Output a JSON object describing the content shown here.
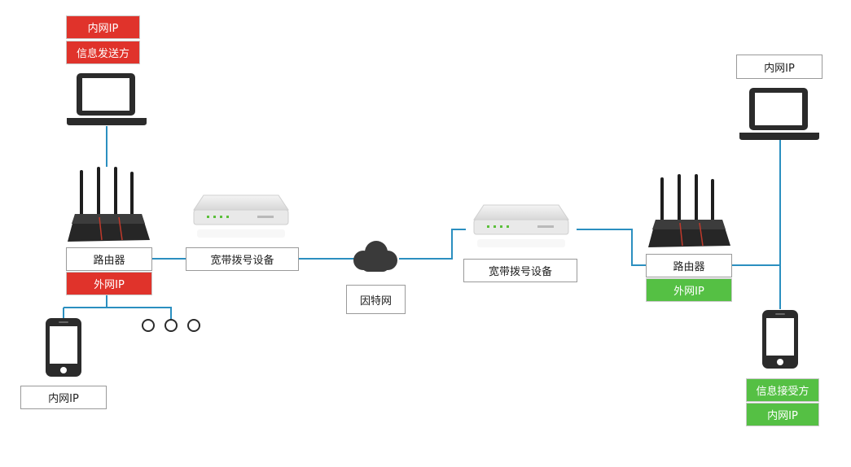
{
  "colors": {
    "wire": "#2b8fc0",
    "sender_red": "#e0332b",
    "receiver_green": "#55c044",
    "device_dark": "#2b2b2b"
  },
  "sender": {
    "laptop_ip_label": "内网IP",
    "laptop_role_label": "信息发送方",
    "router_label": "路由器",
    "router_ip_label": "外网IP",
    "phone_ip_label": "内网IP",
    "modem_label": "宽带拨号设备"
  },
  "internet": {
    "label": "因特网"
  },
  "receiver": {
    "modem_label": "宽带拨号设备",
    "router_label": "路由器",
    "router_ip_label": "外网IP",
    "laptop_ip_label": "内网IP",
    "phone_role_label": "信息接受方",
    "phone_ip_label": "内网IP"
  },
  "icons": {
    "laptop": "laptop-icon",
    "router": "wifi-router-icon",
    "modem": "broadband-modem-icon",
    "cloud": "cloud-icon",
    "phone": "smartphone-icon",
    "more_devices": "ellipsis-circles-icon"
  }
}
